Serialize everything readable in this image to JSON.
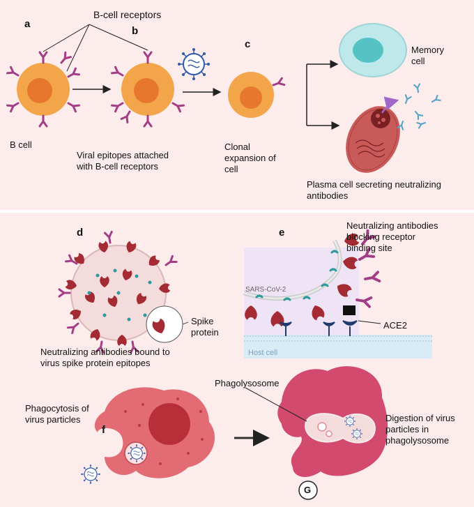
{
  "panels": {
    "a": {
      "letter": "a",
      "cell_label": "B cell"
    },
    "top_label": "B-cell receptors",
    "b": {
      "letter": "b",
      "caption": "Viral epitopes attached\nwith B-cell receptors"
    },
    "c": {
      "letter": "c",
      "caption": "Clonal\nexpansion of\ncell"
    },
    "memory": {
      "label": "Memory\ncell"
    },
    "plasma": {
      "label": "Plasma cell  secreting neutralizing\nantibodies"
    },
    "d": {
      "letter": "d",
      "spike_label": "Spike\nprotein",
      "caption": "Neutralizing antibodies bound to\nvirus  spike protein epitopes"
    },
    "e": {
      "letter": "e",
      "title": "Neutralizing antibodies\nblocking receptor\nbinding site",
      "virus_label": "SARS-CoV-2",
      "ace2_label": "ACE2",
      "host_label": "Host cell"
    },
    "f": {
      "letter": "f",
      "caption": "Phagocytosis of\nvirus particles"
    },
    "g": {
      "phagolysosome_label": "Phagolysosome",
      "caption": "Digestion of virus\nparticles in\nphagolysosome",
      "badge": "G"
    }
  },
  "colors": {
    "background": "#fdecec",
    "bcell": "#f2a649",
    "bcell_nucleus": "#e8772e",
    "antibody": "#a23d86",
    "memory": "#bfe8ea",
    "plasma": "#c95a5a",
    "virus": "#2f5aa8",
    "spike": "#a42b33",
    "macrophage": "#e36b74",
    "host": "#d8ecf7"
  }
}
